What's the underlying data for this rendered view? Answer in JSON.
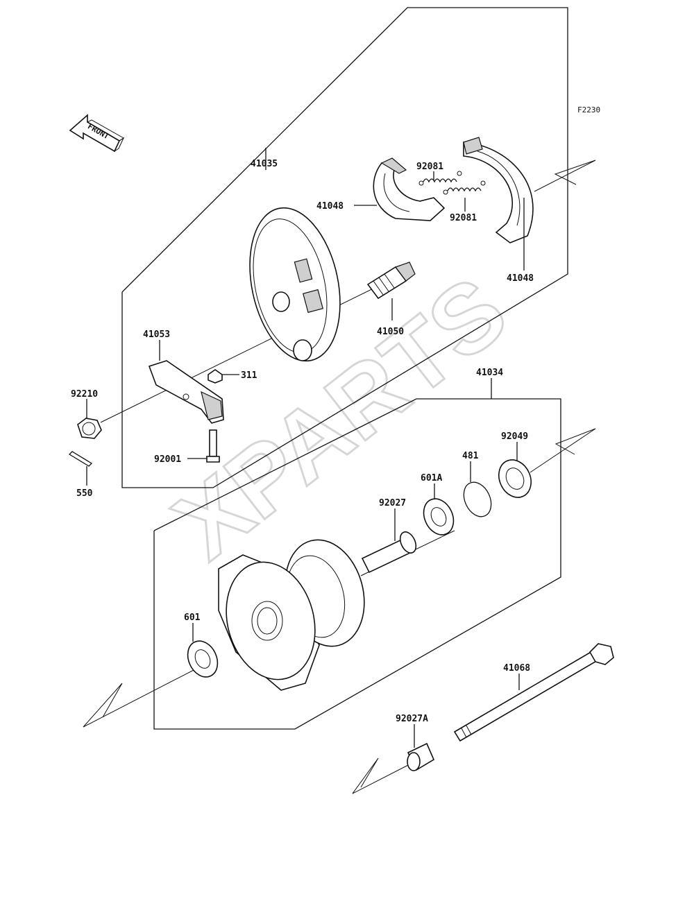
{
  "diagram_code": "F2230",
  "front_label": "FRONT",
  "watermark": "XPARTS",
  "parts": {
    "p41035": "41035",
    "p41048_left": "41048",
    "p41048_right": "41048",
    "p92081_top": "92081",
    "p92081_bottom": "92081",
    "p41050": "41050",
    "p41053": "41053",
    "p311": "311",
    "p92210": "92210",
    "p92001": "92001",
    "p550": "550",
    "p41034": "41034",
    "p92049": "92049",
    "p481": "481",
    "p601A": "601A",
    "p92027": "92027",
    "p601": "601",
    "p41068": "41068",
    "p92027A": "92027A"
  }
}
